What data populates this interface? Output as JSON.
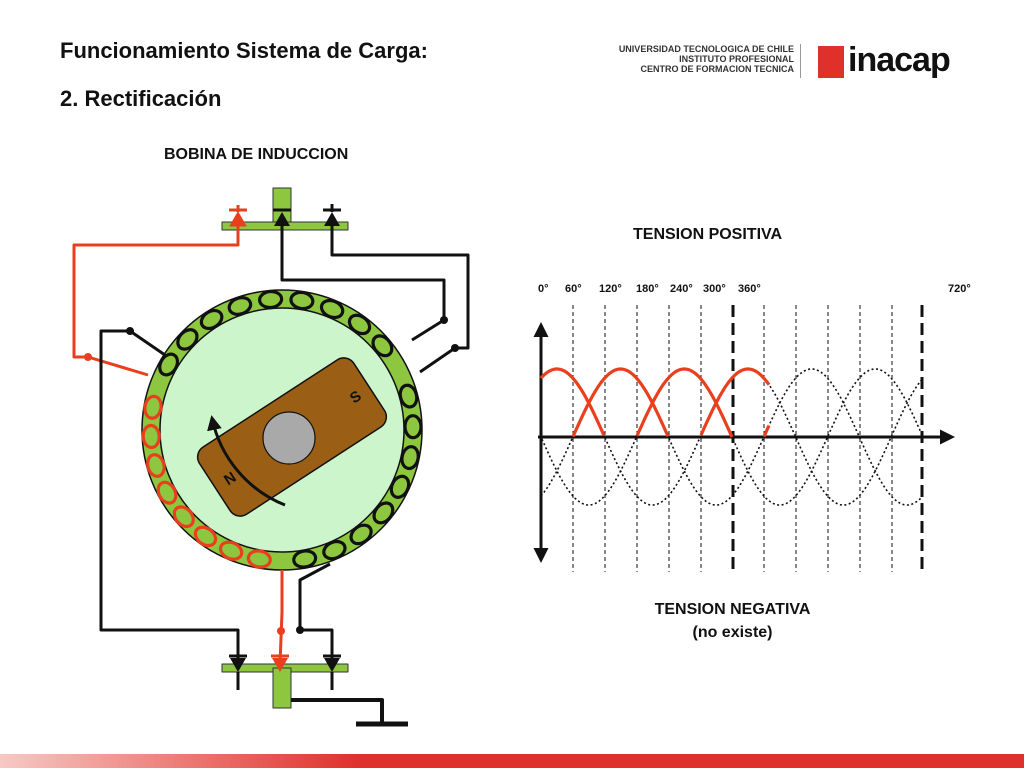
{
  "title": {
    "line1": "Funcionamiento Sistema de Carga:",
    "line2": "2. Rectificación"
  },
  "logo": {
    "org_lines": [
      "UNIVERSIDAD TECNOLOGICA DE CHILE",
      "INSTITUTO PROFESIONAL",
      "CENTRO DE FORMACION TECNICA"
    ],
    "brand": "inacap",
    "brand_color": "#e0302a"
  },
  "diagram": {
    "coil_label": "BOBINA DE INDUCCION",
    "magnet_north": "N",
    "magnet_south": "S",
    "positive_label": "TENSION POSITIVA",
    "negative_label_line1": "TENSION NEGATIVA",
    "negative_label_line2": "(no existe)",
    "degree_labels": [
      "0°",
      "60°",
      "120°",
      "180°",
      "240°",
      "300°",
      "360°",
      "720°"
    ],
    "colors": {
      "active_phase": "#e8401e",
      "winding_ring": "#8dc63f",
      "rotor_face": "#ccf5cc",
      "magnet": "#9a5e14",
      "wire": "#111111"
    }
  }
}
